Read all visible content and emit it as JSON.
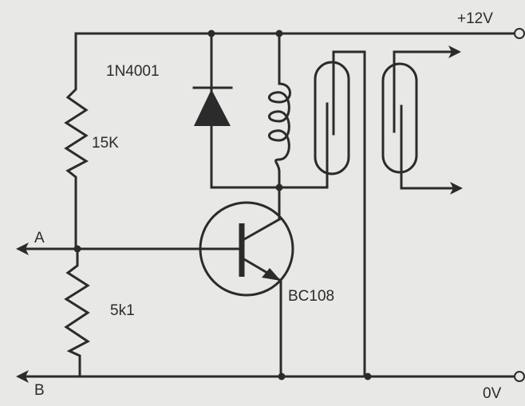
{
  "labels": {
    "supply_positive": "+12V",
    "supply_ground": "0V",
    "input_a": "A",
    "input_b": "B",
    "diode": "1N4001",
    "resistor_top": "15K",
    "resistor_bottom": "5k1",
    "transistor": "BC108"
  }
}
